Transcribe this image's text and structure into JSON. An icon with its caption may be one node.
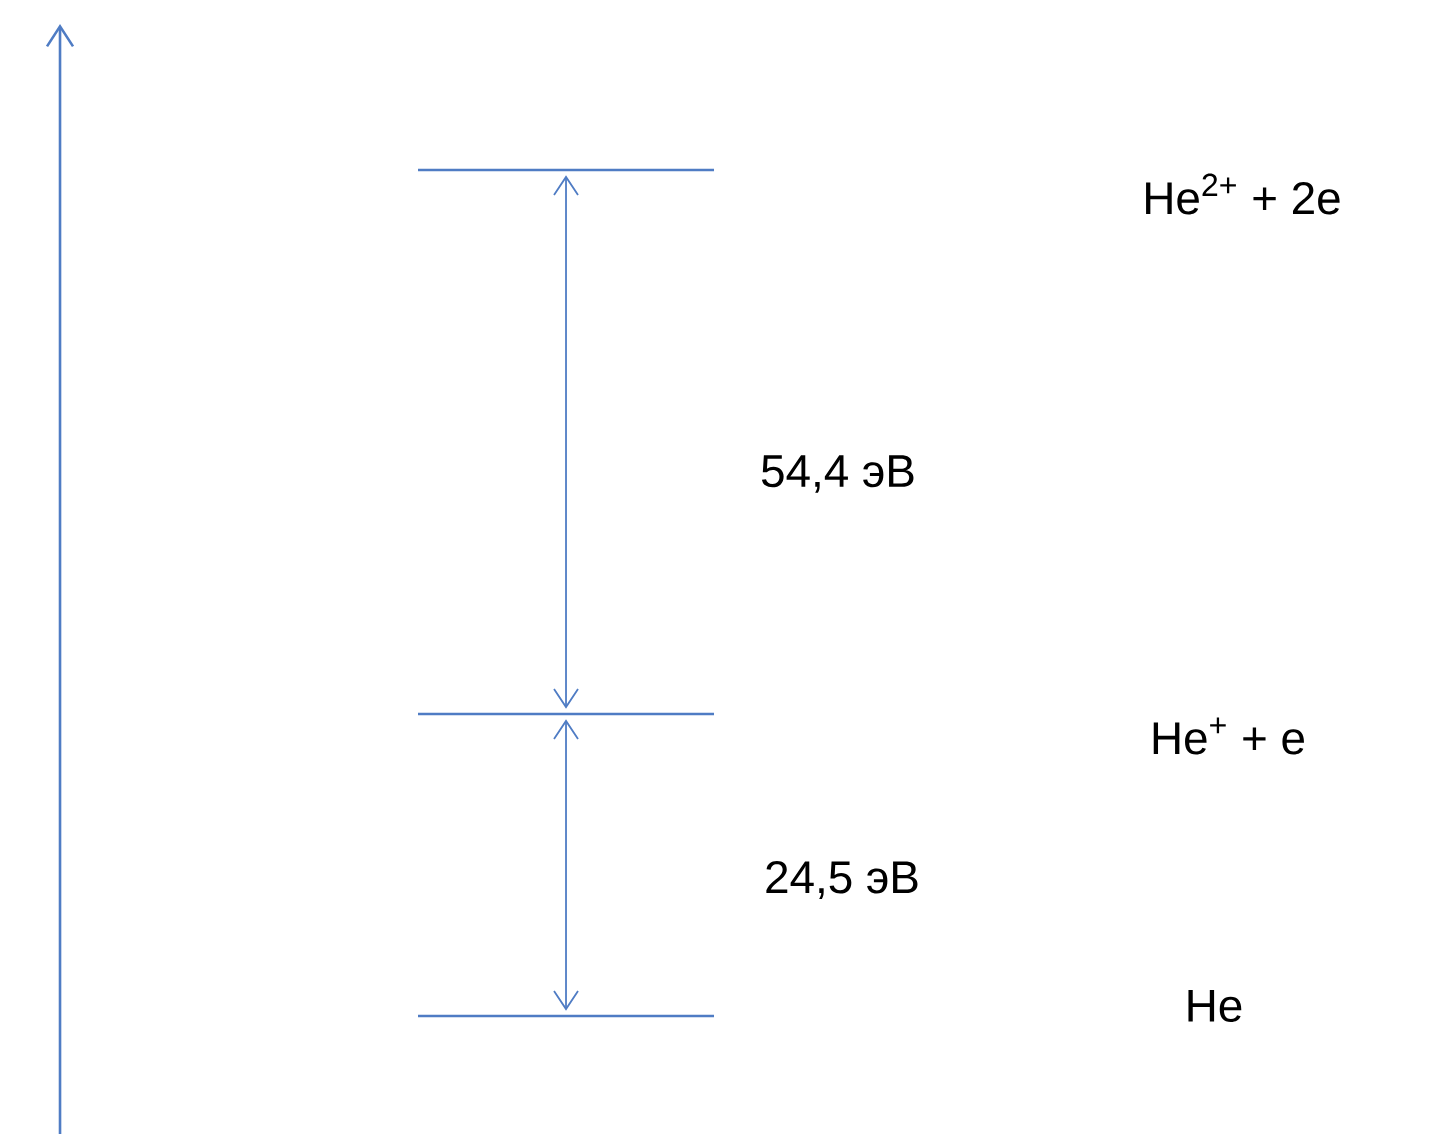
{
  "diagram": {
    "nodes": [
      {
        "text": [],
        "shape": "bar"
      },
      {
        "text": [],
        "shape": "bar"
      },
      {
        "text": [],
        "shape": "bar"
      }
    ],
    "edges": [
      {
        "from": 1,
        "to": 0,
        "arrow": "both",
        "label": "54,4 эВ"
      },
      {
        "from": 2,
        "to": 1,
        "arrow": "both",
        "label": "24,5 эВ"
      }
    ],
    "labels": [
      "He$^{2+}$ + 2e",
      "He$^{+}$ + e",
      "He"
    ]
  }
}
